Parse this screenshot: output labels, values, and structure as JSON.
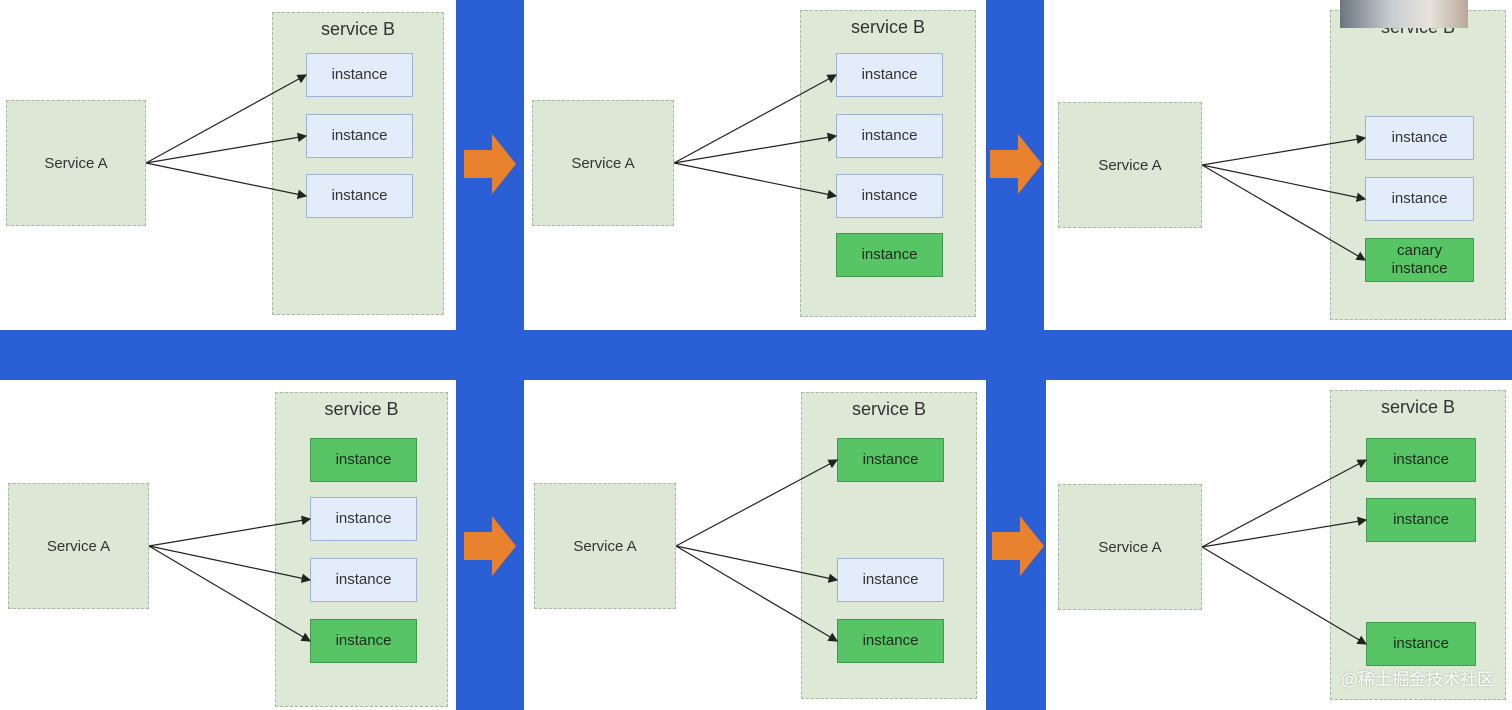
{
  "service_a_label": "Service A",
  "service_b_title": "service B",
  "instance_label": "instance",
  "canary_label": "canary\ninstance",
  "watermark": "@稀土掘金技术社区",
  "colors": {
    "background": "#2a5fd6",
    "old_instance": "#e3ecfa",
    "new_instance": "#57c465",
    "service_box": "#dce8d5",
    "step_arrow": "#e8822f"
  },
  "icons": [
    "orange-step-arrow-icon"
  ],
  "panels": [
    {
      "id": "panel-1",
      "instances": [
        "old",
        "old",
        "old"
      ],
      "routed": [
        0,
        1,
        2
      ]
    },
    {
      "id": "panel-2",
      "instances": [
        "old",
        "old",
        "old",
        "new"
      ],
      "routed": [
        0,
        1,
        2
      ]
    },
    {
      "id": "panel-3",
      "instances": [
        "old",
        "old",
        "canary"
      ],
      "routed": [
        0,
        1,
        2
      ]
    },
    {
      "id": "panel-4",
      "instances": [
        "new",
        "old",
        "old",
        "new"
      ],
      "routed": [
        1,
        2,
        3
      ]
    },
    {
      "id": "panel-5",
      "instances": [
        "new",
        "old",
        "new"
      ],
      "routed": [
        0,
        1,
        2
      ]
    },
    {
      "id": "panel-6",
      "instances": [
        "new",
        "new",
        "new"
      ],
      "routed": [
        0,
        1,
        2
      ]
    }
  ]
}
